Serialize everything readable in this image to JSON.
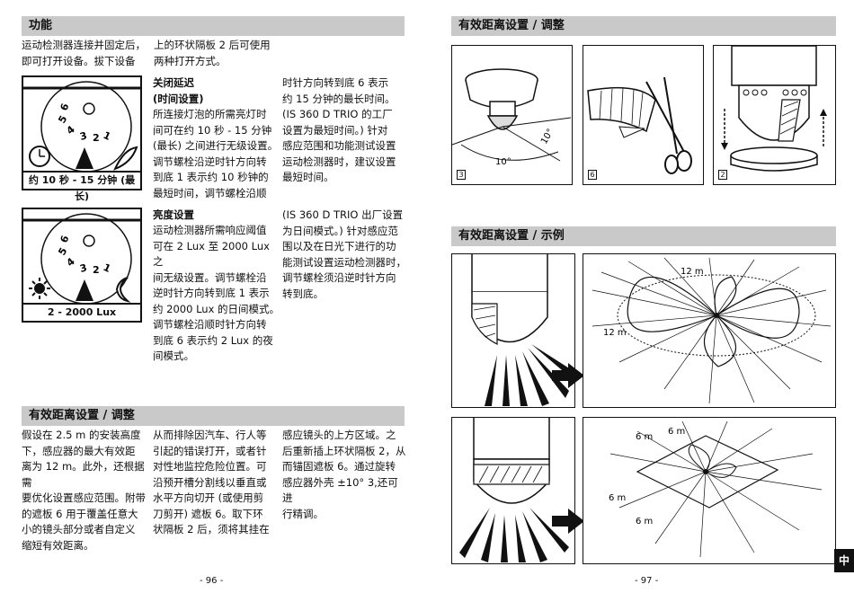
{
  "left": {
    "section1_title": "功能",
    "intro_col1": "运动检测器连接并固定后，\n即可打开设备。拔下设备",
    "intro_col2": "上的环状隔板 2 后可使用\n两种打开方式。",
    "delay": {
      "heading": "关闭延迟\n(时间设置)",
      "body": "所连接灯泡的所需亮灯时\n间可在约 10 秒 - 15 分钟\n(最长) 之间进行无级设置。\n调节螺栓沿逆时针方向转\n到底 1 表示约 10 秒钟的\n最短时间，调节螺栓沿顺",
      "col3": "时针方向转到底 6 表示\n约 15 分钟的最长时间。\n(IS 360 D TRIO 的工厂\n设置为最短时间。) 针对\n感应范围和功能测试设置\n运动检测器时，建议设置\n最短时间。",
      "dial_label": "约 10 秒 - 15 分钟 (最长)"
    },
    "brightness": {
      "heading": "亮度设置",
      "body": "运动检测器所需响应阈值\n可在 2 Lux 至 2000 Lux 之\n间无级设置。调节螺栓沿\n逆时针方向转到底 1 表示\n约 2000 Lux 的日间模式。\n调节螺栓沿顺时针方向转\n到底 6 表示约 2 Lux 的夜\n间模式。",
      "col3": "(IS 360 D TRIO 出厂设置\n为日间模式。) 针对感应范\n围以及在日光下进行的功\n能测试设置运动检测器时，\n调节螺栓须沿逆时针方向\n转到底。",
      "dial_label": "2 - 2000 Lux"
    },
    "dial_digits": [
      "1",
      "2",
      "3",
      "4",
      "5",
      "6"
    ],
    "section2_title": "有效距离设置 / 调整",
    "range_col1": "假设在 2.5 m 的安装高度\n下，感应器的最大有效距\n离为 12 m。此外，还根据需\n要优化设置感应范围。附带\n的遮板 6 用于覆盖任意大\n小的镜头部分或者自定义\n缩短有效距离。",
    "range_col2": "从而排除因汽车、行人等\n引起的错误打开，或者针\n对性地监控危险位置。可\n沿预开槽分割线以垂直或\n水平方向切开 (或使用剪\n刀剪开) 遮板 6。取下环\n状隔板 2 后，须将其挂在",
    "range_col3": "感应镜头的上方区域。之\n后重新插上环状隔板 2，从\n而锚固遮板 6。通过旋转\n感应器外壳 ±10° 3,还可进\n行精调。",
    "page_number": "- 96 -"
  },
  "right": {
    "section1_title": "有效距离设置 / 调整",
    "fig_numbers": [
      "3",
      "6",
      "2"
    ],
    "angle_label": "10°",
    "section2_title": "有效距离设置 / 示例",
    "example1_labels": [
      "12 m",
      "12 m"
    ],
    "example2_labels": [
      "6 m",
      "6 m",
      "6 m",
      "6 m"
    ],
    "page_number": "- 97 -",
    "lang_tab": "中"
  }
}
